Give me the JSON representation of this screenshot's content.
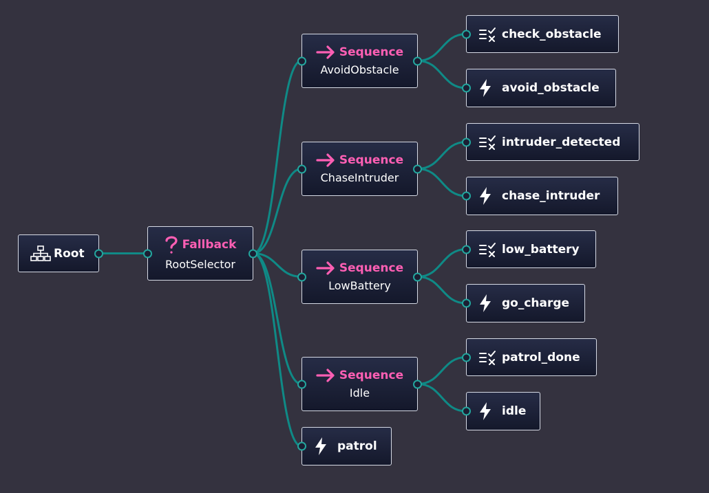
{
  "colors": {
    "background": "#34323f",
    "edge": "#0f8a86",
    "accent": "#ff5fb4",
    "node_border": "#d7dbe6"
  },
  "nodes": {
    "root": {
      "label": "Root",
      "icon": "tree-hierarchy-icon"
    },
    "fallback": {
      "type": "Fallback",
      "name": "RootSelector",
      "icon": "question-mark-icon"
    },
    "seq_avoid": {
      "type": "Sequence",
      "name": "AvoidObstacle",
      "icon": "arrow-right-icon"
    },
    "seq_chase": {
      "type": "Sequence",
      "name": "ChaseIntruder",
      "icon": "arrow-right-icon"
    },
    "seq_battery": {
      "type": "Sequence",
      "name": "LowBattery",
      "icon": "arrow-right-icon"
    },
    "seq_idle": {
      "type": "Sequence",
      "name": "Idle",
      "icon": "arrow-right-icon"
    },
    "patrol": {
      "label": "patrol",
      "icon": "lightning-icon"
    },
    "check_obstacle": {
      "label": "check_obstacle",
      "icon": "condition-check-icon"
    },
    "avoid_obstacle": {
      "label": "avoid_obstacle",
      "icon": "lightning-icon"
    },
    "intruder_detected": {
      "label": "intruder_detected",
      "icon": "condition-check-icon"
    },
    "chase_intruder": {
      "label": "chase_intruder",
      "icon": "lightning-icon"
    },
    "low_battery": {
      "label": "low_battery",
      "icon": "condition-check-icon"
    },
    "go_charge": {
      "label": "go_charge",
      "icon": "lightning-icon"
    },
    "patrol_done": {
      "label": "patrol_done",
      "icon": "condition-check-icon"
    },
    "idle": {
      "label": "idle",
      "icon": "lightning-icon"
    }
  },
  "edges": [
    [
      "root",
      "fallback"
    ],
    [
      "fallback",
      "seq_avoid"
    ],
    [
      "fallback",
      "seq_chase"
    ],
    [
      "fallback",
      "seq_battery"
    ],
    [
      "fallback",
      "seq_idle"
    ],
    [
      "fallback",
      "patrol"
    ],
    [
      "seq_avoid",
      "check_obstacle"
    ],
    [
      "seq_avoid",
      "avoid_obstacle"
    ],
    [
      "seq_chase",
      "intruder_detected"
    ],
    [
      "seq_chase",
      "chase_intruder"
    ],
    [
      "seq_battery",
      "low_battery"
    ],
    [
      "seq_battery",
      "go_charge"
    ],
    [
      "seq_idle",
      "patrol_done"
    ],
    [
      "seq_idle",
      "idle"
    ]
  ]
}
